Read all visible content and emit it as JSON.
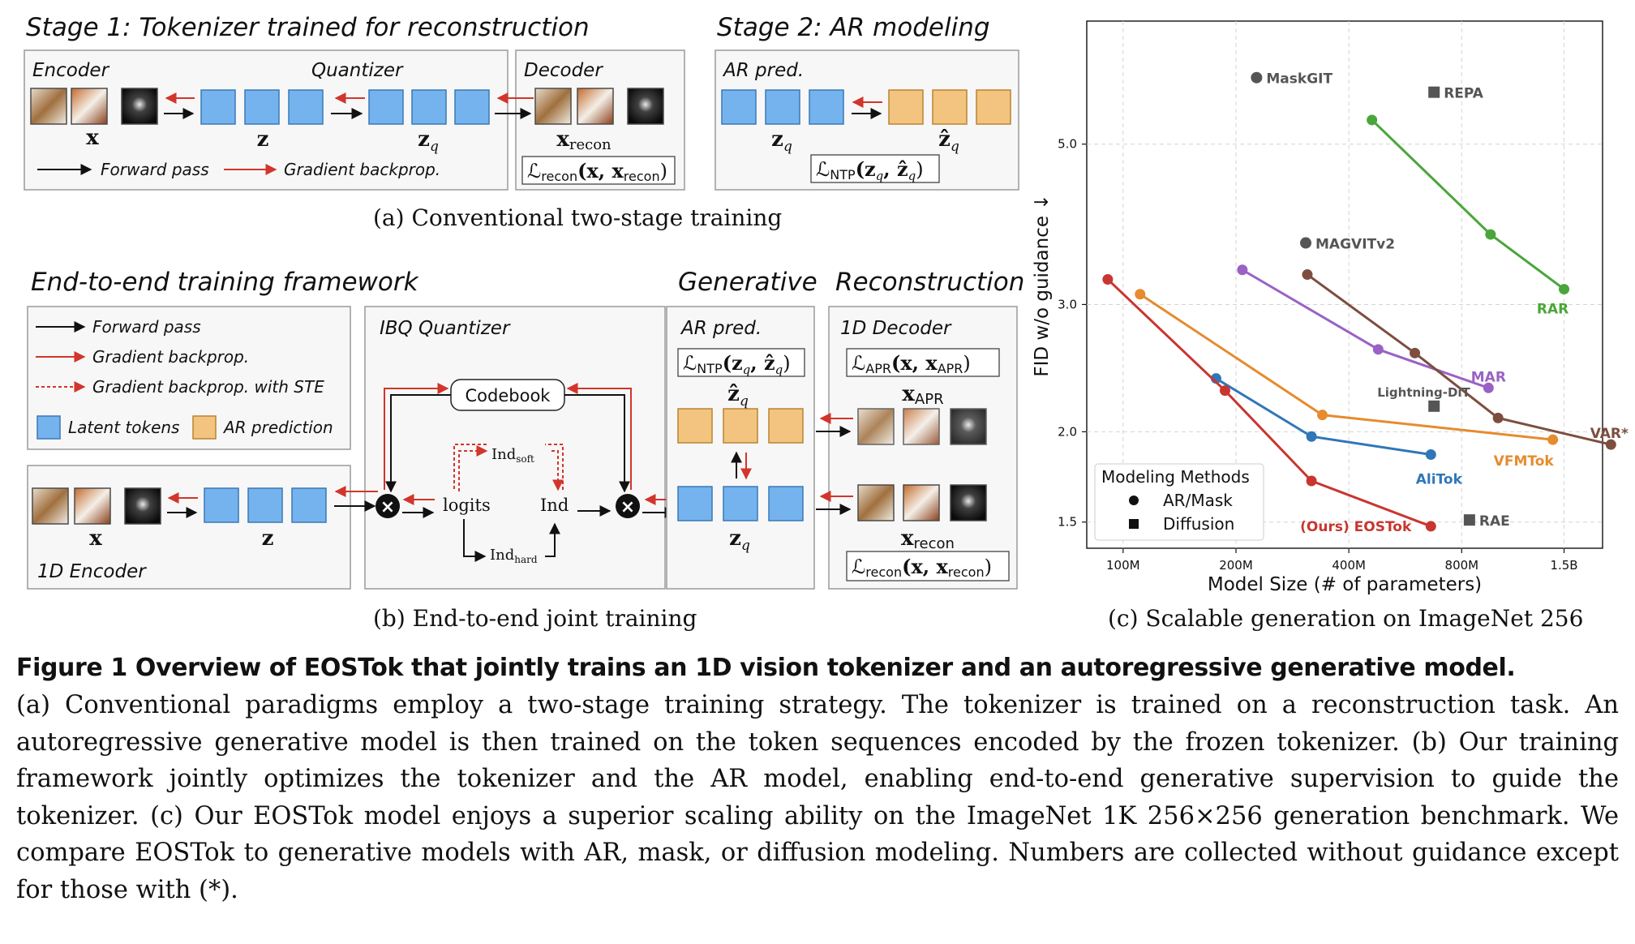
{
  "stage1": {
    "title": "Stage 1: Tokenizer trained for reconstruction",
    "encoder": "Encoder",
    "quantizer": "Quantizer",
    "decoder": "Decoder",
    "x": "x",
    "z": "z",
    "zq": "z",
    "zq_sub": "q",
    "xrecon": "x",
    "xrecon_sub": "recon",
    "legend_forward": "Forward pass",
    "legend_grad": "Gradient backprop.",
    "loss": "ℒ",
    "loss_sub": "recon",
    "loss_args": "(x, x",
    "loss_args_sub": "recon",
    "loss_close": ")"
  },
  "stage2": {
    "title": "Stage 2: AR modeling",
    "ar_pred": "AR pred.",
    "zq": "z",
    "zq_sub": "q",
    "zhat": "ẑ",
    "zhat_sub": "q",
    "loss": "ℒ",
    "loss_sub": "NTP",
    "loss_args": "(z",
    "loss_mid": ", ẑ",
    "loss_q": "q",
    "loss_close": ")"
  },
  "caption_a": "(a) Conventional two-stage training",
  "e2e": {
    "title": "End-to-end training framework",
    "generative": "Generative",
    "reconstruction": "Reconstruction",
    "legend_forward": "Forward pass",
    "legend_grad": "Gradient backprop.",
    "legend_ste": "Gradient backprop. with STE",
    "legend_latent": "Latent tokens",
    "legend_ar": "AR prediction",
    "encoder_label": "1D Encoder",
    "x": "x",
    "z": "z",
    "ibq_title": "IBQ Quantizer",
    "codebook": "Codebook",
    "ind_soft": "Ind",
    "ind_soft_sub": "soft",
    "logits": "logits",
    "ind": "Ind",
    "ind_hard": "Ind",
    "ind_hard_sub": "hard",
    "ar_pred": "AR pred.",
    "ntp_loss": "ℒ",
    "ntp_sub": "NTP",
    "ntp_args": "(z",
    "ntp_mid": ", ẑ",
    "ntp_q": "q",
    "ntp_close": ")",
    "zhat": "ẑ",
    "zhat_sub": "q",
    "zq": "z",
    "zq_sub": "q",
    "decoder_title": "1D Decoder",
    "apr_loss": "ℒ",
    "apr_sub": "APR",
    "apr_args": "(x, x",
    "apr_args_sub": "APR",
    "apr_close": ")",
    "xapr": "x",
    "xapr_sub": "APR",
    "xrecon": "x",
    "xrecon_sub": "recon",
    "recon_loss": "ℒ",
    "recon_sub": "recon",
    "recon_args": "(x, x",
    "recon_args_sub": "recon",
    "recon_close": ")"
  },
  "caption_b": "(b) End-to-end joint training",
  "caption_c": "(c) Scalable generation on ImageNet 256",
  "chart_data": {
    "type": "scatter",
    "xlabel": "Model Size (# of parameters)",
    "ylabel": "FID w/o guidance ↓",
    "x_scale": "log",
    "y_scale": "log",
    "xlim": [
      80,
      1900
    ],
    "ylim": [
      1.38,
      7.4
    ],
    "x_ticks": [
      {
        "value": 100,
        "label": "100M"
      },
      {
        "value": 200,
        "label": "200M"
      },
      {
        "value": 400,
        "label": "400M"
      },
      {
        "value": 800,
        "label": "800M"
      },
      {
        "value": 1500,
        "label": "1.5B"
      }
    ],
    "y_ticks": [
      {
        "value": 1.5,
        "label": "1.5"
      },
      {
        "value": 2.0,
        "label": "2.0"
      },
      {
        "value": 3.0,
        "label": "3.0"
      },
      {
        "value": 5.0,
        "label": "5.0"
      }
    ],
    "grid": true,
    "legend": {
      "title": "Modeling Methods",
      "placement": "bottom-left",
      "entries": [
        {
          "marker": "circle",
          "label": "AR/Mask"
        },
        {
          "marker": "square",
          "label": "Diffusion"
        }
      ]
    },
    "series": [
      {
        "name": "RAR",
        "color": "#4aa63a",
        "marker": "circle",
        "x": [
          461,
          955,
          1500
        ],
        "y": [
          5.4,
          3.75,
          3.15
        ]
      },
      {
        "name": "MAR",
        "color": "#9a62c4",
        "marker": "circle",
        "x": [
          208,
          479,
          943
        ],
        "y": [
          3.35,
          2.6,
          2.3
        ]
      },
      {
        "name": "VAR*",
        "color": "#7d4e3f",
        "marker": "circle",
        "x": [
          310,
          600,
          1000,
          2000
        ],
        "y": [
          3.3,
          2.57,
          2.09,
          1.92
        ]
      },
      {
        "name": "VFMTok",
        "color": "#e68b2e",
        "marker": "circle",
        "x": [
          111,
          340,
          1400
        ],
        "y": [
          3.1,
          2.11,
          1.95
        ]
      },
      {
        "name": "AliTok",
        "color": "#2f77b8",
        "marker": "circle",
        "x": [
          177,
          318,
          662
        ],
        "y": [
          2.37,
          1.97,
          1.86
        ]
      },
      {
        "name": "(Ours) EOSTok",
        "color": "#c8362f",
        "marker": "circle",
        "x": [
          91,
          187,
          318,
          662
        ],
        "y": [
          3.25,
          2.28,
          1.71,
          1.48
        ]
      }
    ],
    "points": [
      {
        "name": "MaskGIT",
        "color": "#555555",
        "marker": "circle",
        "x": 227,
        "y": 6.18
      },
      {
        "name": "MAGVITv2",
        "color": "#555555",
        "marker": "circle",
        "x": 307,
        "y": 3.65
      },
      {
        "name": "REPA",
        "color": "#555555",
        "marker": "square",
        "x": 675,
        "y": 5.9
      },
      {
        "name": "Lightning-DiT",
        "color": "#555555",
        "marker": "square",
        "x": 675,
        "y": 2.17
      },
      {
        "name": "RAE",
        "color": "#555555",
        "marker": "square",
        "x": 839,
        "y": 1.51
      }
    ]
  },
  "caption": {
    "title": "Figure 1  Overview of EOSTok that jointly trains an 1D vision tokenizer and an autoregressive generative model.",
    "body": "(a) Conventional paradigms employ a two-stage training strategy. The tokenizer is trained on a reconstruction task. An autoregressive generative model is then trained on the token sequences encoded by the frozen tokenizer. (b) Our training framework jointly optimizes the tokenizer and the AR model, enabling end-to-end generative supervision to guide the tokenizer. (c) Our EOSTok model enjoys a superior scaling ability on the ImageNet 1K 256×256 generation benchmark. We compare EOSTok to generative models with AR, mask, or diffusion modeling. Numbers are collected without guidance except for those with (*)."
  }
}
